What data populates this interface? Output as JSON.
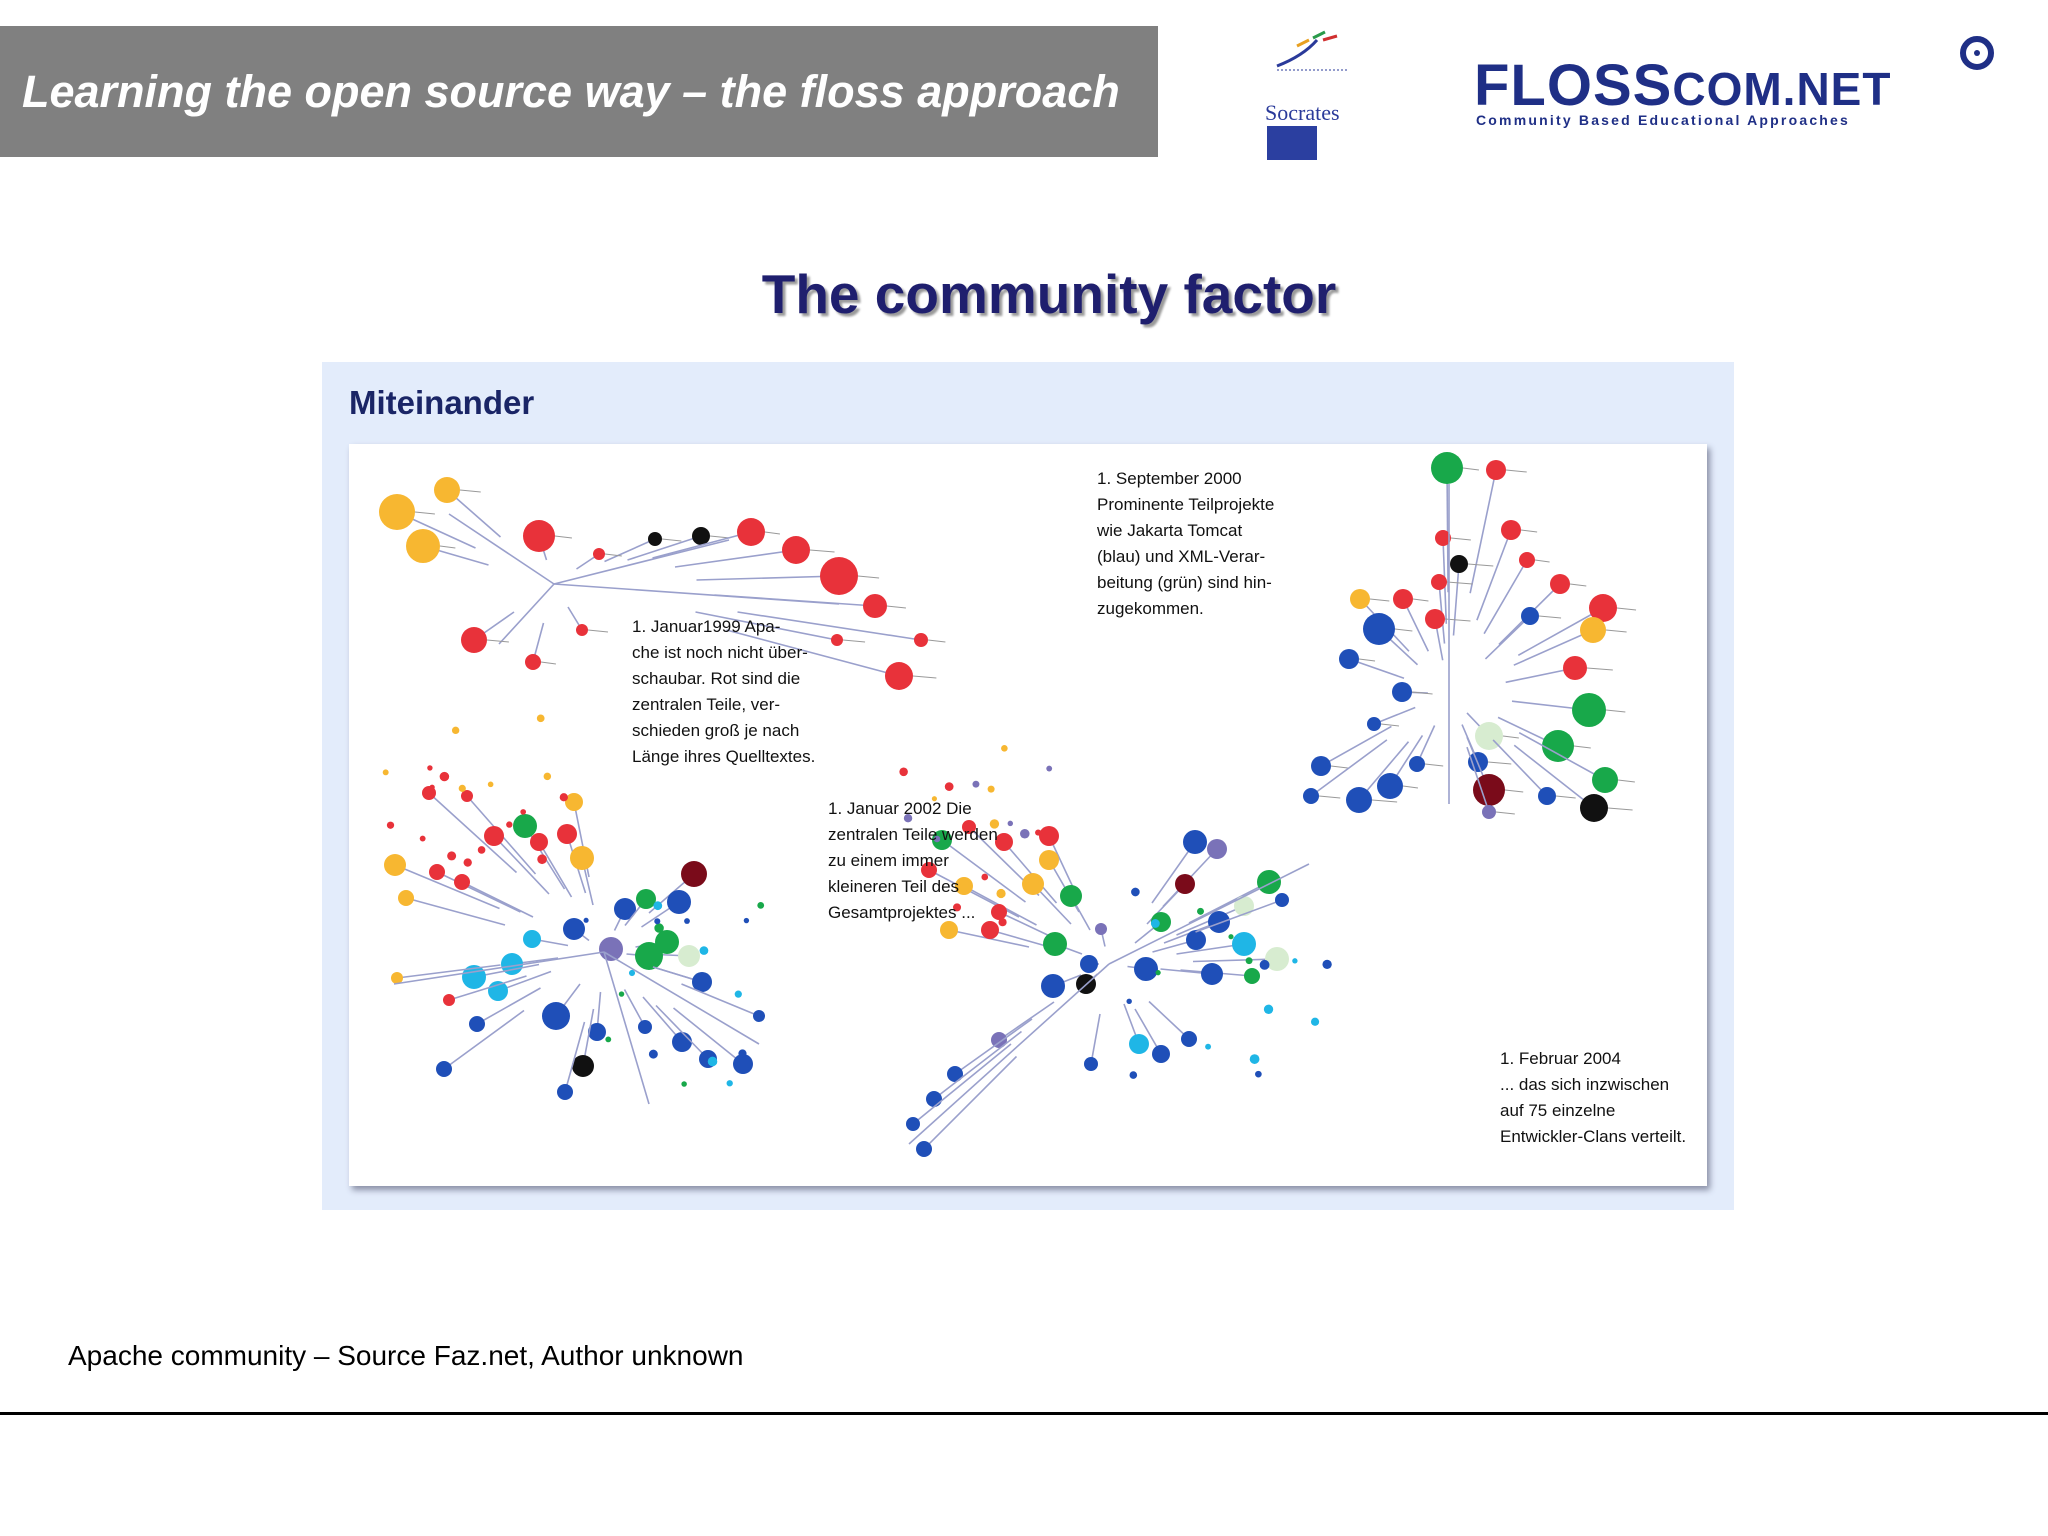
{
  "header": {
    "title": "Learning the open source way – the floss approach"
  },
  "logos": {
    "socrates": "Socrates",
    "flosscom_main": "FLOSS",
    "flosscom_suffix": "COM.NET",
    "flosscom_tagline": "Community Based Educational Approaches"
  },
  "slide": {
    "title": "The community factor"
  },
  "figure": {
    "heading": "Miteinander",
    "captions": {
      "y1999": "1. Januar1999 Apa-\nche ist noch nicht über-\nschaubar. Rot sind die\nzentralen Teile, ver-\nschieden groß je nach\nLänge ihres Quelltextes.",
      "y2000": "1. September 2000\nProminente Teilprojekte\nwie Jakarta Tomcat\n(blau) und XML-Verar-\nbeitung (grün) sind hin-\nzugekommen.",
      "y2002": "1. Januar 2002 Die\nzentralen Teile werden\nzu einem immer\nkleineren Teil des\nGesamtprojektes ...",
      "y2004": "1. Februar 2004\n... das sich inzwischen\nauf 75 einzelne\nEntwickler-Clans verteilt."
    },
    "colors": {
      "edge": "#9aa0cc",
      "red": "#e8323a",
      "yellow": "#f7b731",
      "black": "#111111",
      "blue": "#1f4fb8",
      "green": "#18a84a",
      "cyan": "#1fb6e6",
      "lightgreen": "#d7ecd0",
      "purple": "#7a72b8",
      "maroon": "#7a0b1a"
    }
  },
  "footer": {
    "source": "Apache community – Source Faz.net, Author unknown"
  }
}
